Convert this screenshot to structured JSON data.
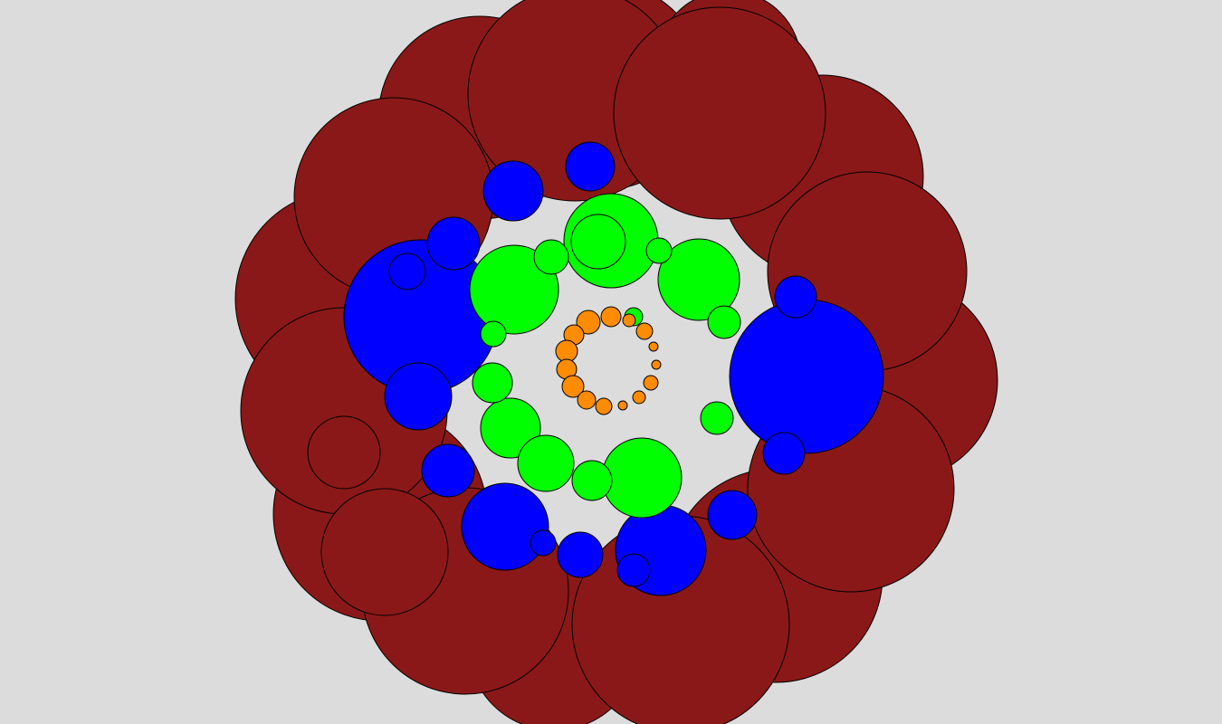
{
  "background_color": "#dcdcdc",
  "palette": {
    "outer_ring": "#8b1818",
    "blue_ring": "#0000ff",
    "green_ring": "#00ff00",
    "orange_ring": "#ff8c00",
    "outline": "#000000"
  },
  "rings": [
    {
      "name": "outer-ring",
      "color_key": "outer_ring",
      "circle_count": 20
    },
    {
      "name": "blue-ring",
      "color_key": "blue_ring",
      "circle_count": 16
    },
    {
      "name": "green-ring",
      "color_key": "green_ring",
      "circle_count": 15
    },
    {
      "name": "orange-ring",
      "color_key": "orange_ring",
      "circle_count": 15
    }
  ]
}
